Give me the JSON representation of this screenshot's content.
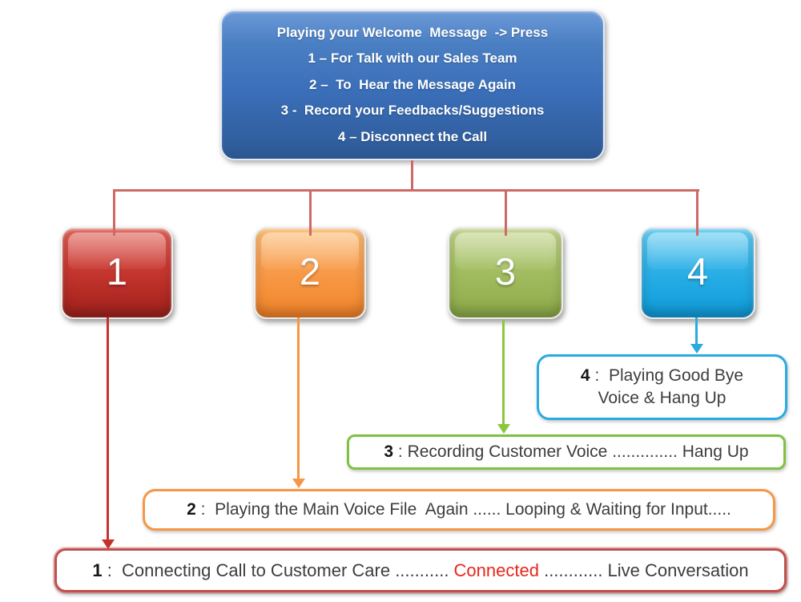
{
  "welcome_box": {
    "title": "Playing your Welcome  Message  -> Press",
    "options": [
      {
        "num": "1",
        "rest": "– For Talk with our Sales Team"
      },
      {
        "num": "2",
        "rest": "–  To  Hear the Message Again"
      },
      {
        "num": "3",
        "rest": "-  Record your Feedbacks/Suggestions"
      },
      {
        "num": "4",
        "rest": "– Disconnect the Call"
      }
    ]
  },
  "keypad_boxes": [
    {
      "label": "1",
      "color": "#bf332d"
    },
    {
      "label": "2",
      "color": "#f79646"
    },
    {
      "label": "3",
      "color": "#9bbb59"
    },
    {
      "label": "4",
      "color": "#27aae1"
    }
  ],
  "outcomes": {
    "press4": {
      "num": "4",
      "sep": " :  ",
      "line1": "Playing Good Bye",
      "line2": "Voice & Hang Up",
      "border_color": "#29abe2"
    },
    "press3": {
      "num": "3",
      "sep": " : ",
      "text": "Recording Customer Voice .............. Hang Up",
      "border_color": "#7fc241"
    },
    "press2": {
      "num": "2",
      "sep": " :  ",
      "text": "Playing the Main Voice File  Again ...... Looping & Waiting for Input.....",
      "border_color": "#f79646"
    },
    "press1": {
      "num": "1",
      "sep": " :  ",
      "before": "Connecting Call to Customer Care ........... ",
      "highlight": "Connected",
      "after": " ............ Live Conversation",
      "border_color": "#c0504d",
      "highlight_color": "#e8261d"
    }
  },
  "connector_color": "#cd6a66"
}
